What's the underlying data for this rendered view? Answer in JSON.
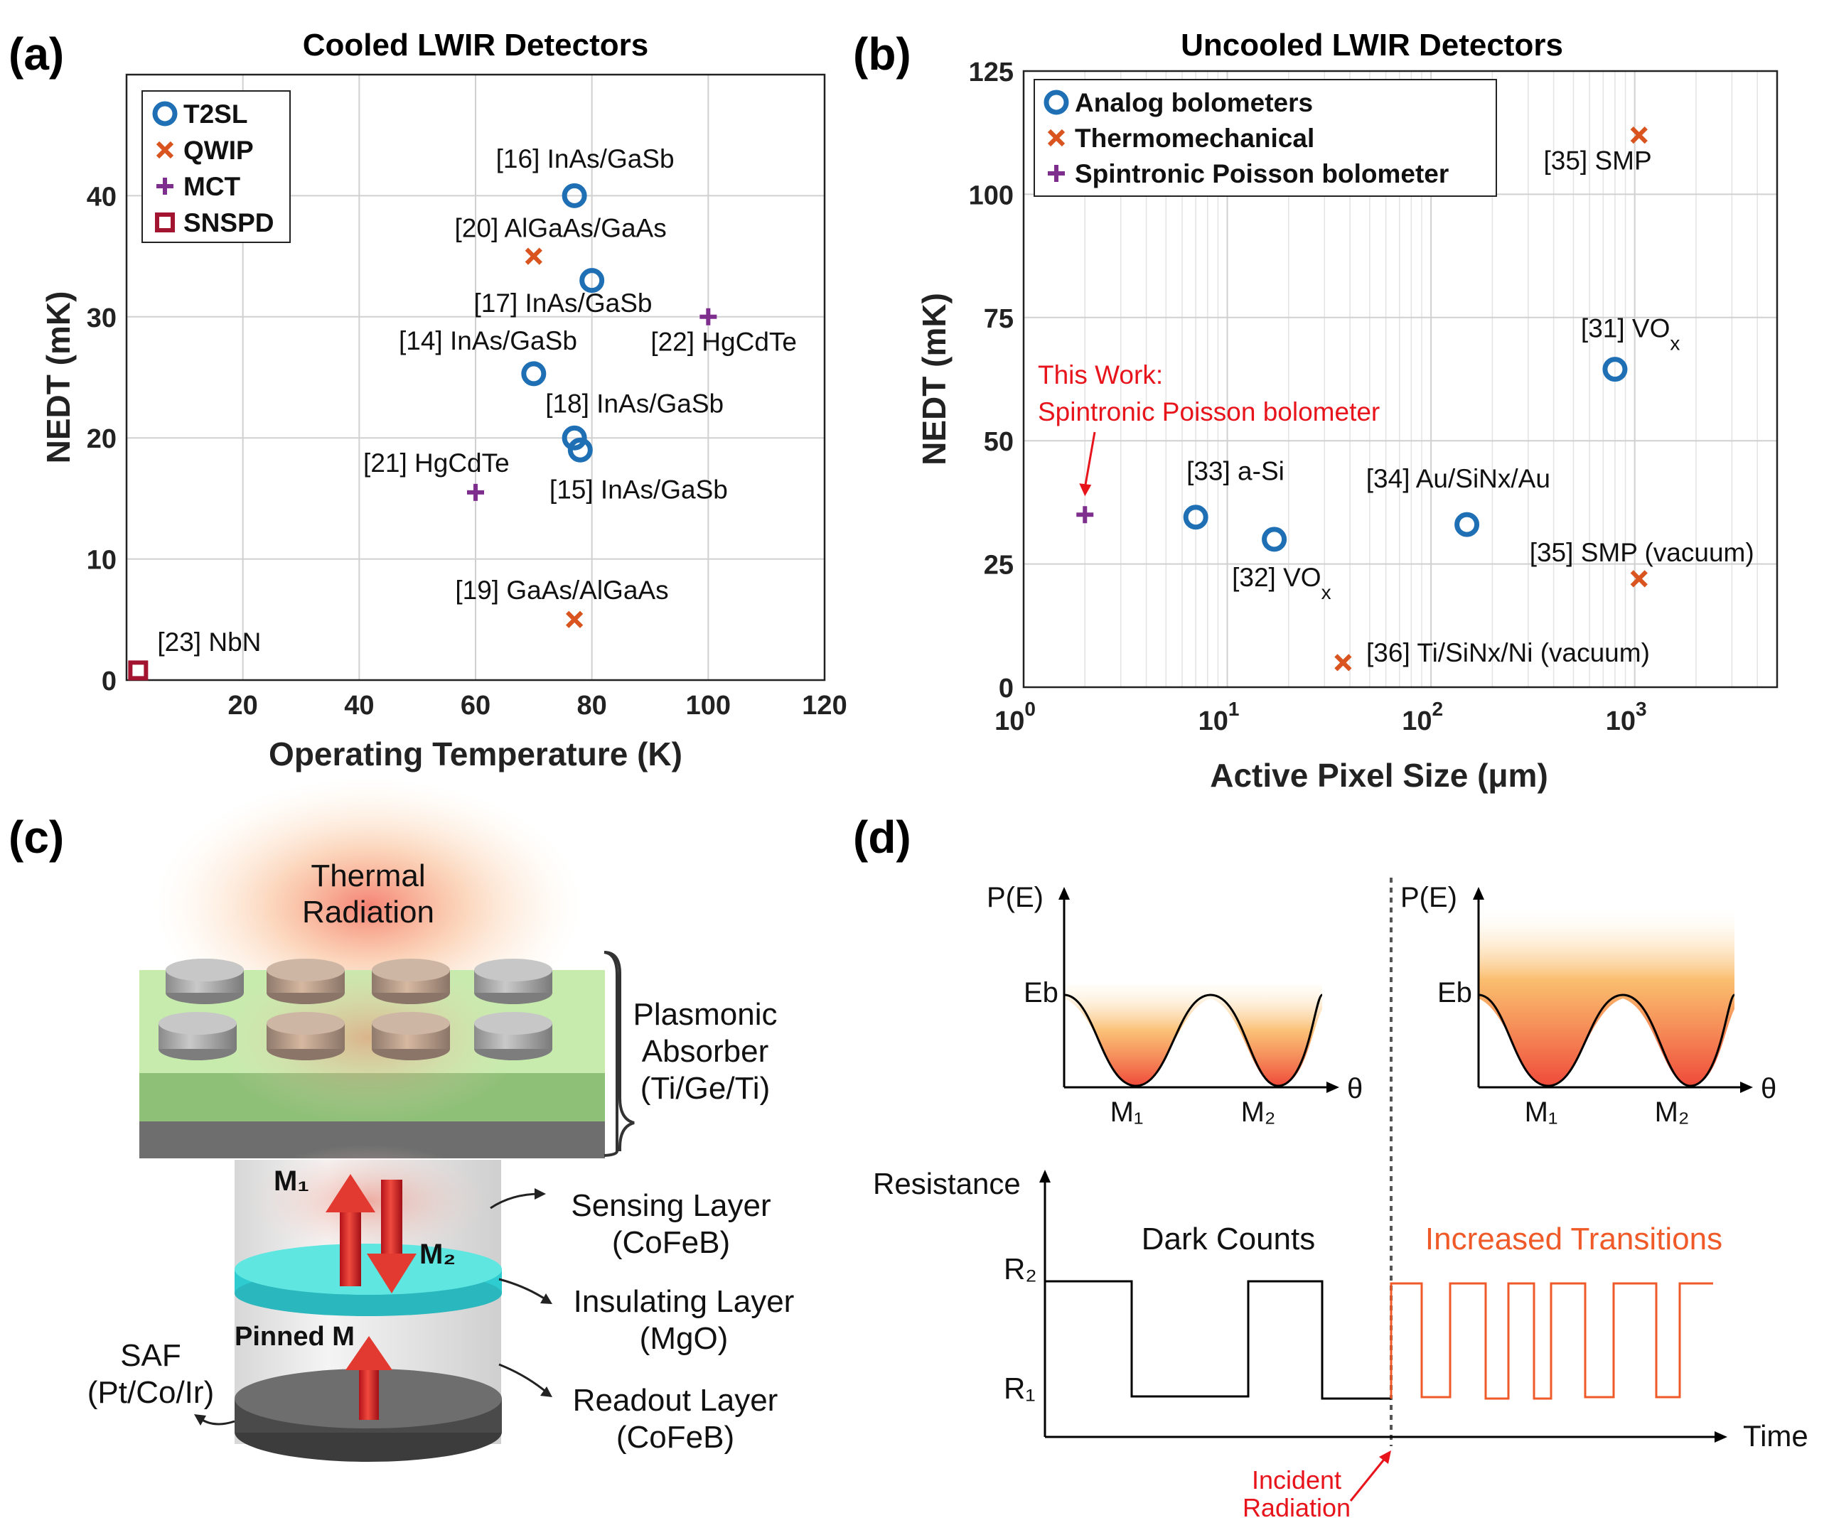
{
  "colors": {
    "t2sl": "#1f6fb5",
    "qwip": "#d9541e",
    "mct": "#7e2f8e",
    "snspd": "#a2142f",
    "this_work": "#e8141c",
    "trace_after": "#ef5a28"
  },
  "panels": {
    "a": "(a)",
    "b": "(b)",
    "c": "(c)",
    "d": "(d)"
  },
  "chart_data": [
    {
      "type": "scatter",
      "title": "Cooled LWIR Detectors",
      "xlabel": "Operating Temperature (K)",
      "ylabel": "NEDT (mK)",
      "xlim": [
        0,
        120
      ],
      "ylim": [
        0,
        50
      ],
      "xticks": [
        20,
        40,
        60,
        80,
        100,
        120
      ],
      "yticks": [
        0,
        10,
        20,
        30,
        40
      ],
      "grid": true,
      "legend_position": "top-left",
      "legend": [
        {
          "label": "T2SL",
          "marker": "circle",
          "color": "#1f6fb5"
        },
        {
          "label": "QWIP",
          "marker": "x",
          "color": "#d9541e"
        },
        {
          "label": "MCT",
          "marker": "plus",
          "color": "#7e2f8e"
        },
        {
          "label": "SNSPD",
          "marker": "square",
          "color": "#a2142f"
        }
      ],
      "points": [
        {
          "x": 77,
          "y": 40,
          "group": "T2SL",
          "label": "[16] InAs/GaSb",
          "anchor": "start",
          "lx": -13.5,
          "ly": 2.3
        },
        {
          "x": 70,
          "y": 35,
          "group": "QWIP",
          "label": "[20] AlGaAs/GaAs",
          "anchor": "start",
          "lx": -13.6,
          "ly": 1.6
        },
        {
          "x": 80,
          "y": 33,
          "group": "T2SL",
          "label": "[17] InAs/GaSb",
          "anchor": "start",
          "lx": -20.3,
          "ly": -2.6
        },
        {
          "x": 100,
          "y": 30,
          "group": "MCT",
          "label": "[22] HgCdTe",
          "anchor": "start",
          "lx": -9.9,
          "ly": -2.8
        },
        {
          "x": 70,
          "y": 25.3,
          "group": "T2SL",
          "label": "[14] InAs/GaSb",
          "anchor": "start",
          "lx": -23.2,
          "ly": 2.0
        },
        {
          "x": 77,
          "y": 20,
          "group": "T2SL",
          "label": "[18] InAs/GaSb",
          "anchor": "start",
          "lx": -5.0,
          "ly": 2.1
        },
        {
          "x": 78,
          "y": 19,
          "group": "T2SL",
          "label": "[15] InAs/GaSb",
          "anchor": "start",
          "lx": -5.3,
          "ly": -4.0
        },
        {
          "x": 60,
          "y": 15.5,
          "group": "MCT",
          "label": "[21] HgCdTe",
          "anchor": "start",
          "lx": -19.3,
          "ly": 1.7
        },
        {
          "x": 77,
          "y": 5,
          "group": "QWIP",
          "label": "[19] GaAs/AlGaAs",
          "anchor": "start",
          "lx": -20.5,
          "ly": 1.7
        },
        {
          "x": 2,
          "y": 0.8,
          "group": "SNSPD",
          "label": "[23] NbN",
          "anchor": "start",
          "lx": 3.3,
          "ly": 1.6
        }
      ]
    },
    {
      "type": "scatter",
      "title": "Uncooled LWIR Detectors",
      "xlabel": "Active Pixel Size (μm)",
      "ylabel": "NEDT (mK)",
      "xscale": "log",
      "xlim": [
        1,
        5000
      ],
      "ylim": [
        0,
        125
      ],
      "xticks": [
        "10",
        "10",
        "10",
        "10"
      ],
      "xtick_exponents": [
        "0",
        "1",
        "2",
        "3"
      ],
      "yticks": [
        0,
        25,
        50,
        75,
        100,
        125
      ],
      "grid": true,
      "legend_position": "top-left",
      "legend": [
        {
          "label": "Analog bolometers",
          "marker": "circle",
          "color": "#1f6fb5"
        },
        {
          "label": "Thermomechanical",
          "marker": "x",
          "color": "#d9541e"
        },
        {
          "label": "Spintronic Poisson bolometer",
          "marker": "plus",
          "color": "#7e2f8e"
        }
      ],
      "points": [
        {
          "x": 2,
          "y": 35,
          "group": "Spintronic Poisson bolometer"
        },
        {
          "x": 7,
          "y": 34.5,
          "group": "Analog bolometers",
          "label": "[33] a-Si",
          "sub": "",
          "lxf": 0.9,
          "ly": 7.5
        },
        {
          "x": 17,
          "y": 30,
          "group": "Analog bolometers",
          "label": "[32] VO",
          "sub": "x",
          "lxf": 0.62,
          "ly": -9.5
        },
        {
          "x": 150,
          "y": 33,
          "group": "Analog bolometers",
          "label": "[34] Au/SiNx/Au",
          "sub": "",
          "lxf": 0.32,
          "ly": 7.5
        },
        {
          "x": 800,
          "y": 64.5,
          "group": "Analog bolometers",
          "label": "[31] VO",
          "sub": "x",
          "lxf": 0.68,
          "ly": 6.5
        },
        {
          "x": 1050,
          "y": 112,
          "group": "Thermomechanical",
          "label": "[35] SMP",
          "sub": "",
          "lxf": 0.34,
          "ly": -7.0
        },
        {
          "x": 1050,
          "y": 22,
          "group": "Thermomechanical",
          "label": "[35] SMP (vacuum)",
          "sub": "",
          "lxf": 0.29,
          "ly": 3.5
        },
        {
          "x": 37,
          "y": 5,
          "group": "Thermomechanical",
          "label": "[36] Ti/SiNx/Ni (vacuum)",
          "sub": "",
          "lxf": 1.3,
          "ly": 0.2
        }
      ],
      "annotation": {
        "lines": [
          "This Work:",
          "Spintronic Poisson bolometer"
        ]
      }
    }
  ],
  "diagram_c": {
    "thermal_radiation": [
      "Thermal",
      "Radiation"
    ],
    "plasmonic_absorber": [
      "Plasmonic",
      "Absorber",
      "(Ti/Ge/Ti)"
    ],
    "sensing_layer": [
      "Sensing Layer",
      "(CoFeB)"
    ],
    "insulating_layer": [
      "Insulating Layer",
      "(MgO)"
    ],
    "readout_layer": [
      "Readout Layer",
      "(CoFeB)"
    ],
    "saf": [
      "SAF",
      "(Pt/Co/Ir)"
    ],
    "m1": "M₁",
    "m2": "M₂",
    "pinned": "Pinned M"
  },
  "diagram_d": {
    "pe_label": "P(E)",
    "eb_label": "Eb",
    "theta_label": "θ",
    "m1_label": "M₁",
    "m2_label": "M₂",
    "resistance_label": "Resistance",
    "r2_label": "R₂",
    "r1_label": "R₁",
    "time_label": "Time",
    "dark_counts": "Dark Counts",
    "increased_transitions": "Increased Transitions",
    "incident_radiation": [
      "Incident",
      "Radiation"
    ]
  }
}
